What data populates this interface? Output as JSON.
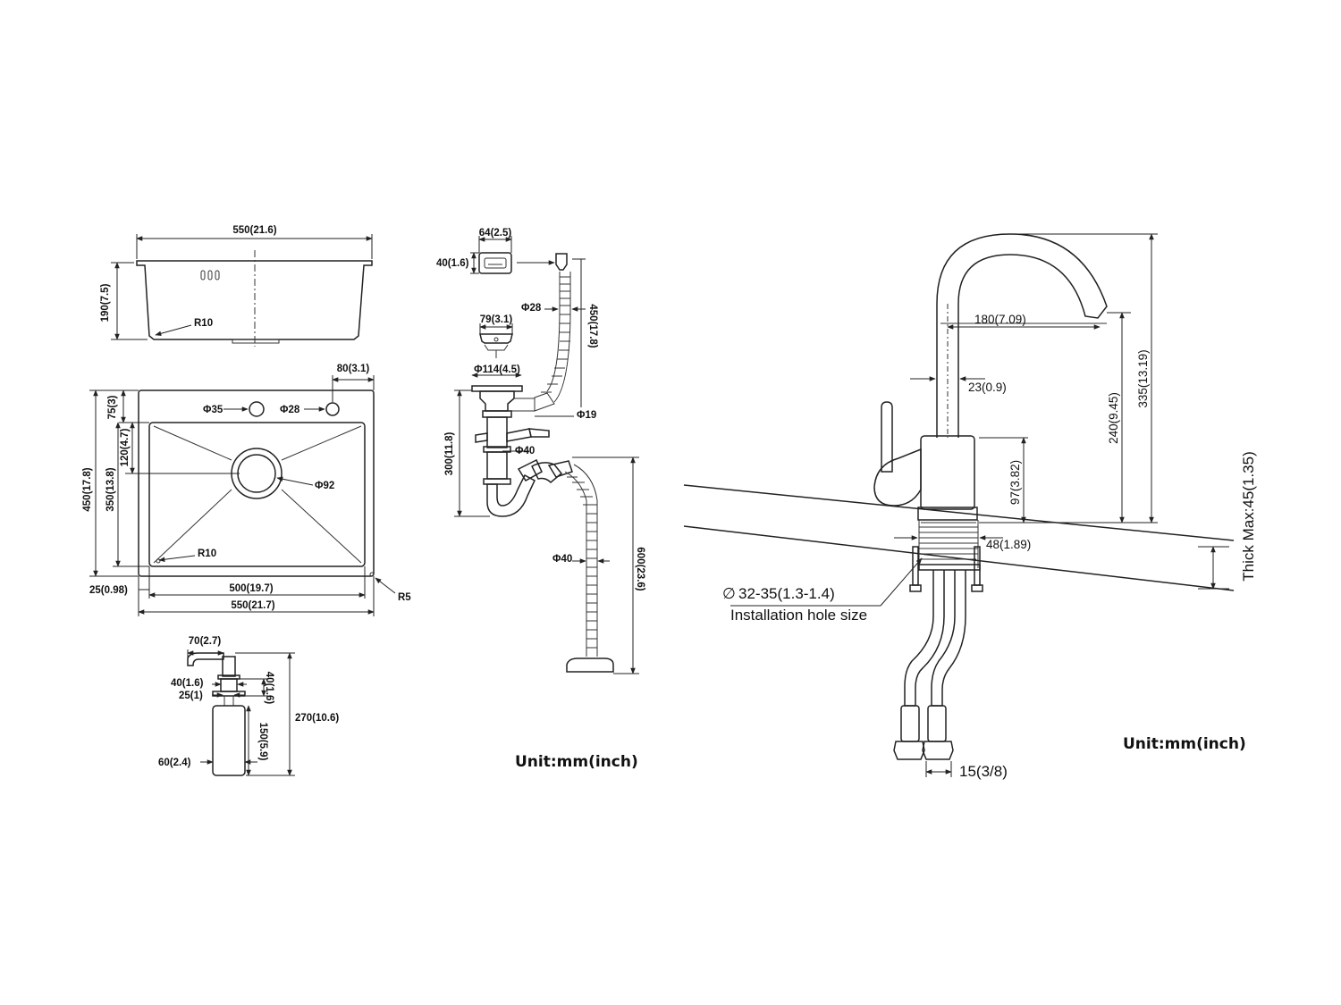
{
  "sink_top": {
    "width_top": "550(21.6)",
    "depth": "190(7.5)",
    "radius_inner": "R10"
  },
  "sink_plan": {
    "hole_offset": "80(3.1)",
    "top_margin": "75(3)",
    "hole1": "Φ35",
    "hole2": "Φ28",
    "drain_offset": "120(4.7)",
    "drain": "Φ92",
    "outer_depth": "450(17.8)",
    "inner_depth": "350(13.8)",
    "corner_radius": "R10",
    "rim": "25(0.98)",
    "inner_width": "500(19.7)",
    "outer_width": "550(21.7)",
    "outer_radius": "R5"
  },
  "dispenser": {
    "spout": "70(2.7)",
    "head": "40(1.6)",
    "neck": "25(1)",
    "head_height": "40(1.6)",
    "bottle_height": "150(5.9)",
    "total_height": "270(10.6)",
    "bottle_width": "60(2.4)"
  },
  "drain_kit": {
    "overflow_width": "64(2.5)",
    "overflow_height": "40(1.6)",
    "hose_dia": "Φ28",
    "hose_length": "450(17.8)",
    "basket_dia": "79(3.1)",
    "flange_dia": "Φ114(4.5)",
    "side_dia": "Φ19",
    "trap_height": "300(11.8)",
    "pipe_dia": "Φ40",
    "outlet_dia": "Φ40",
    "outlet_length": "600(23.6)",
    "unit": "Unit:mm(inch)"
  },
  "faucet": {
    "reach": "180(7.09)",
    "spout_dia": "23(0.9)",
    "body_height": "97(3.82)",
    "spout_height": "240(9.45)",
    "total_height": "335(13.19)",
    "base_dia": "48(1.89)",
    "hole_size": "32-35(1.3-1.4)",
    "hole_size_symbol": "∅",
    "hole_caption": "Installation hole size",
    "hose_thread": "15(3/8)",
    "thick": "Thick Max:45(1.35)",
    "unit": "Unit:mm(inch)"
  }
}
